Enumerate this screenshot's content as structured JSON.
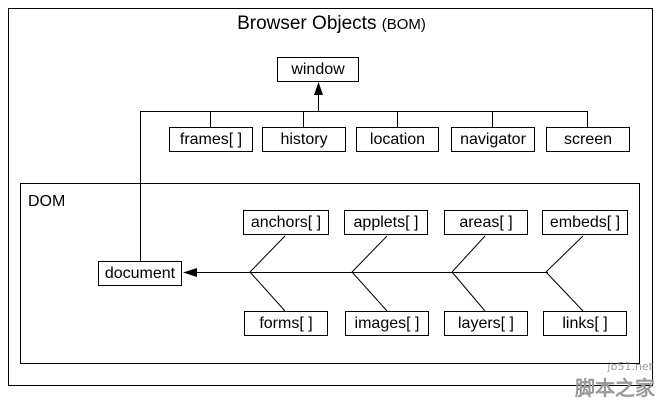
{
  "title": {
    "main": "Browser Objects",
    "suffix": "(BOM)"
  },
  "dom_label": "DOM",
  "nodes": {
    "window": "window",
    "frames": "frames[ ]",
    "history": "history",
    "location": "location",
    "navigator": "navigator",
    "screen": "screen",
    "document": "document",
    "anchors": "anchors[ ]",
    "applets": "applets[ ]",
    "areas": "areas[ ]",
    "embeds": "embeds[ ]",
    "forms": "forms[ ]",
    "images": "images[ ]",
    "layers": "layers[ ]",
    "links": "links[ ]"
  },
  "watermark": {
    "url": "jb51.net",
    "text": "脚本之家"
  }
}
